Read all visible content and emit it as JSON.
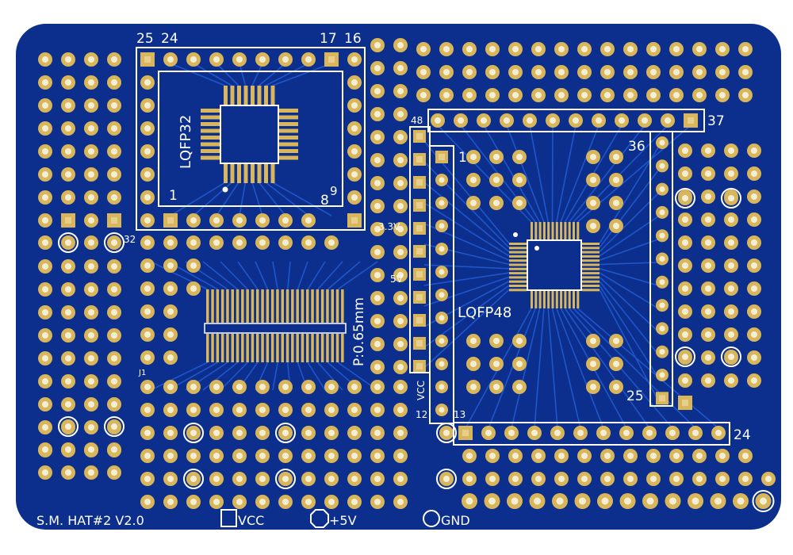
{
  "board": {
    "title": "S.M. HAT#2 V2.0",
    "colors": {
      "board": "#0c2f8e",
      "trace": "#1f56c9",
      "pad": "#d8b659",
      "hole": "#f5eed6",
      "silk": "#ffffff"
    }
  },
  "legend": {
    "vcc": "VCC",
    "plus5v": "+5V",
    "gnd": "GND"
  },
  "lqfp32": {
    "name": "LQFP32",
    "pins": [
      "25",
      "24",
      "17",
      "16",
      "1",
      "8",
      "9",
      "32"
    ]
  },
  "lqfp48": {
    "name": "LQFP48",
    "pins": [
      "48",
      "37",
      "36",
      "1",
      "25",
      "12",
      "13",
      "24"
    ]
  },
  "tssop": {
    "pitch_label": "P:0.65mm",
    "ref": "J1"
  },
  "rail_labels": {
    "v33": "3.3V",
    "v5": "5V",
    "vcc": "VCC"
  }
}
